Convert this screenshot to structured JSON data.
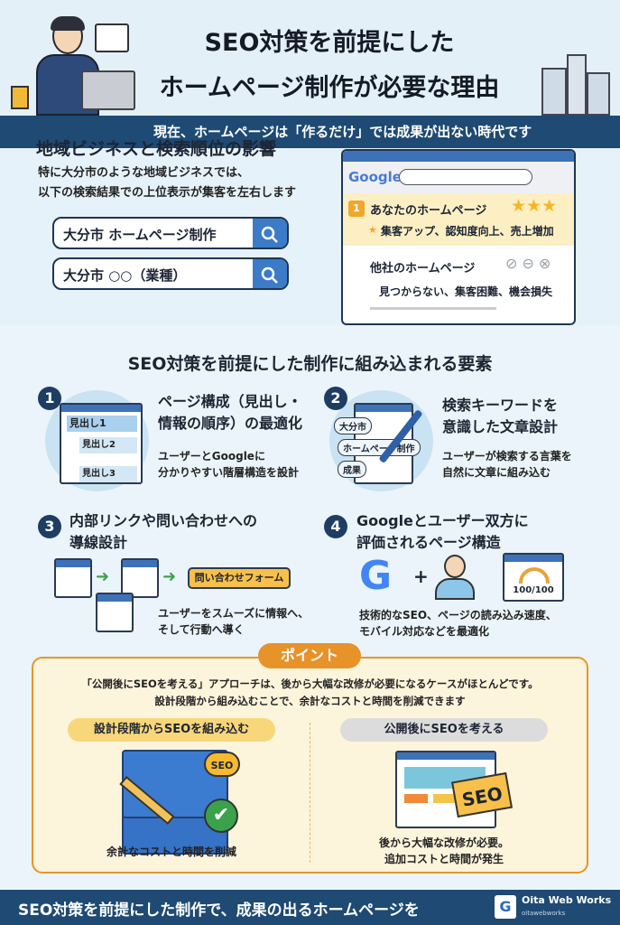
{
  "header": {
    "title_line1": "SEO対策を前提にした",
    "title_line2": "ホームページ制作が必要な理由",
    "subtitle": "現在、ホームページは「作るだけ」では成果が出ない時代です"
  },
  "local": {
    "heading": "地域ビジネスと検索順位の影響",
    "text_line1": "特に大分市のような地域ビジネスでは、",
    "text_line2": "以下の検索結果での上位表示が集客を左右します",
    "queries": [
      "大分市 ホームページ制作",
      "大分市 ○○（業種）"
    ],
    "browser": {
      "logo": "Google",
      "rank": "1",
      "top_title": "あなたのホームページ",
      "top_desc": "集客アップ、認知度向上、売上増加",
      "other_title": "他社のホームページ",
      "other_desc": "見つからない、集客困難、機会損失"
    }
  },
  "elements": {
    "heading": "SEO対策を前提にした制作に組み込まれる要素",
    "items": [
      {
        "num": "1",
        "title_line1": "ページ構成（見出し・",
        "title_line2": "情報の順序）の最適化",
        "desc_line1": "ユーザーとGoogleに",
        "desc_line2": "分かりやすい階層構造を設計",
        "labels": [
          "見出し1",
          "見出し2",
          "見出し3"
        ]
      },
      {
        "num": "2",
        "title_line1": "検索キーワードを",
        "title_line2": "意識した文章設計",
        "desc_line1": "ユーザーが検索する言葉を",
        "desc_line2": "自然に文章に組み込む",
        "labels": [
          "大分市",
          "ホームページ制作",
          "成果"
        ]
      },
      {
        "num": "3",
        "title_line1": "内部リンクや問い合わせへの",
        "title_line2": "導線設計",
        "desc_line1": "ユーザーをスムーズに情報へ、",
        "desc_line2": "そして行動へ導く",
        "labels": [
          "問い合わせフォーム"
        ]
      },
      {
        "num": "4",
        "title_line1": "Googleとユーザー双方に",
        "title_line2": "評価されるページ構造",
        "desc_line1": "技術的なSEO、ページの読み込み速度、",
        "desc_line2": "モバイル対応などを最適化",
        "labels": [
          "100/100"
        ]
      }
    ]
  },
  "point": {
    "label": "ポイント",
    "text_line1": "「公開後にSEOを考える」アプローチは、後から大幅な改修が必要になるケースがほとんどです。",
    "text_line2": "設計段階から組み込むことで、余計なコストと時間を削減できます",
    "left": {
      "title": "設計段階からSEOを組み込む",
      "badge": "SEO",
      "caption": "余計なコストと時間を削減"
    },
    "right": {
      "title": "公開後にSEOを考える",
      "badge": "SEO",
      "caption_line1": "後から大幅な改修が必要。",
      "caption_line2": "追加コストと時間が発生"
    }
  },
  "footer": {
    "text": "SEO対策を前提にした制作で、成果の出るホームページを",
    "brand": "Oita Web Works",
    "brand_sub": "oitawebworks"
  },
  "colors": {
    "navy": "#1e4a73",
    "accent": "#e8922a",
    "blue": "#3b7bc8"
  }
}
